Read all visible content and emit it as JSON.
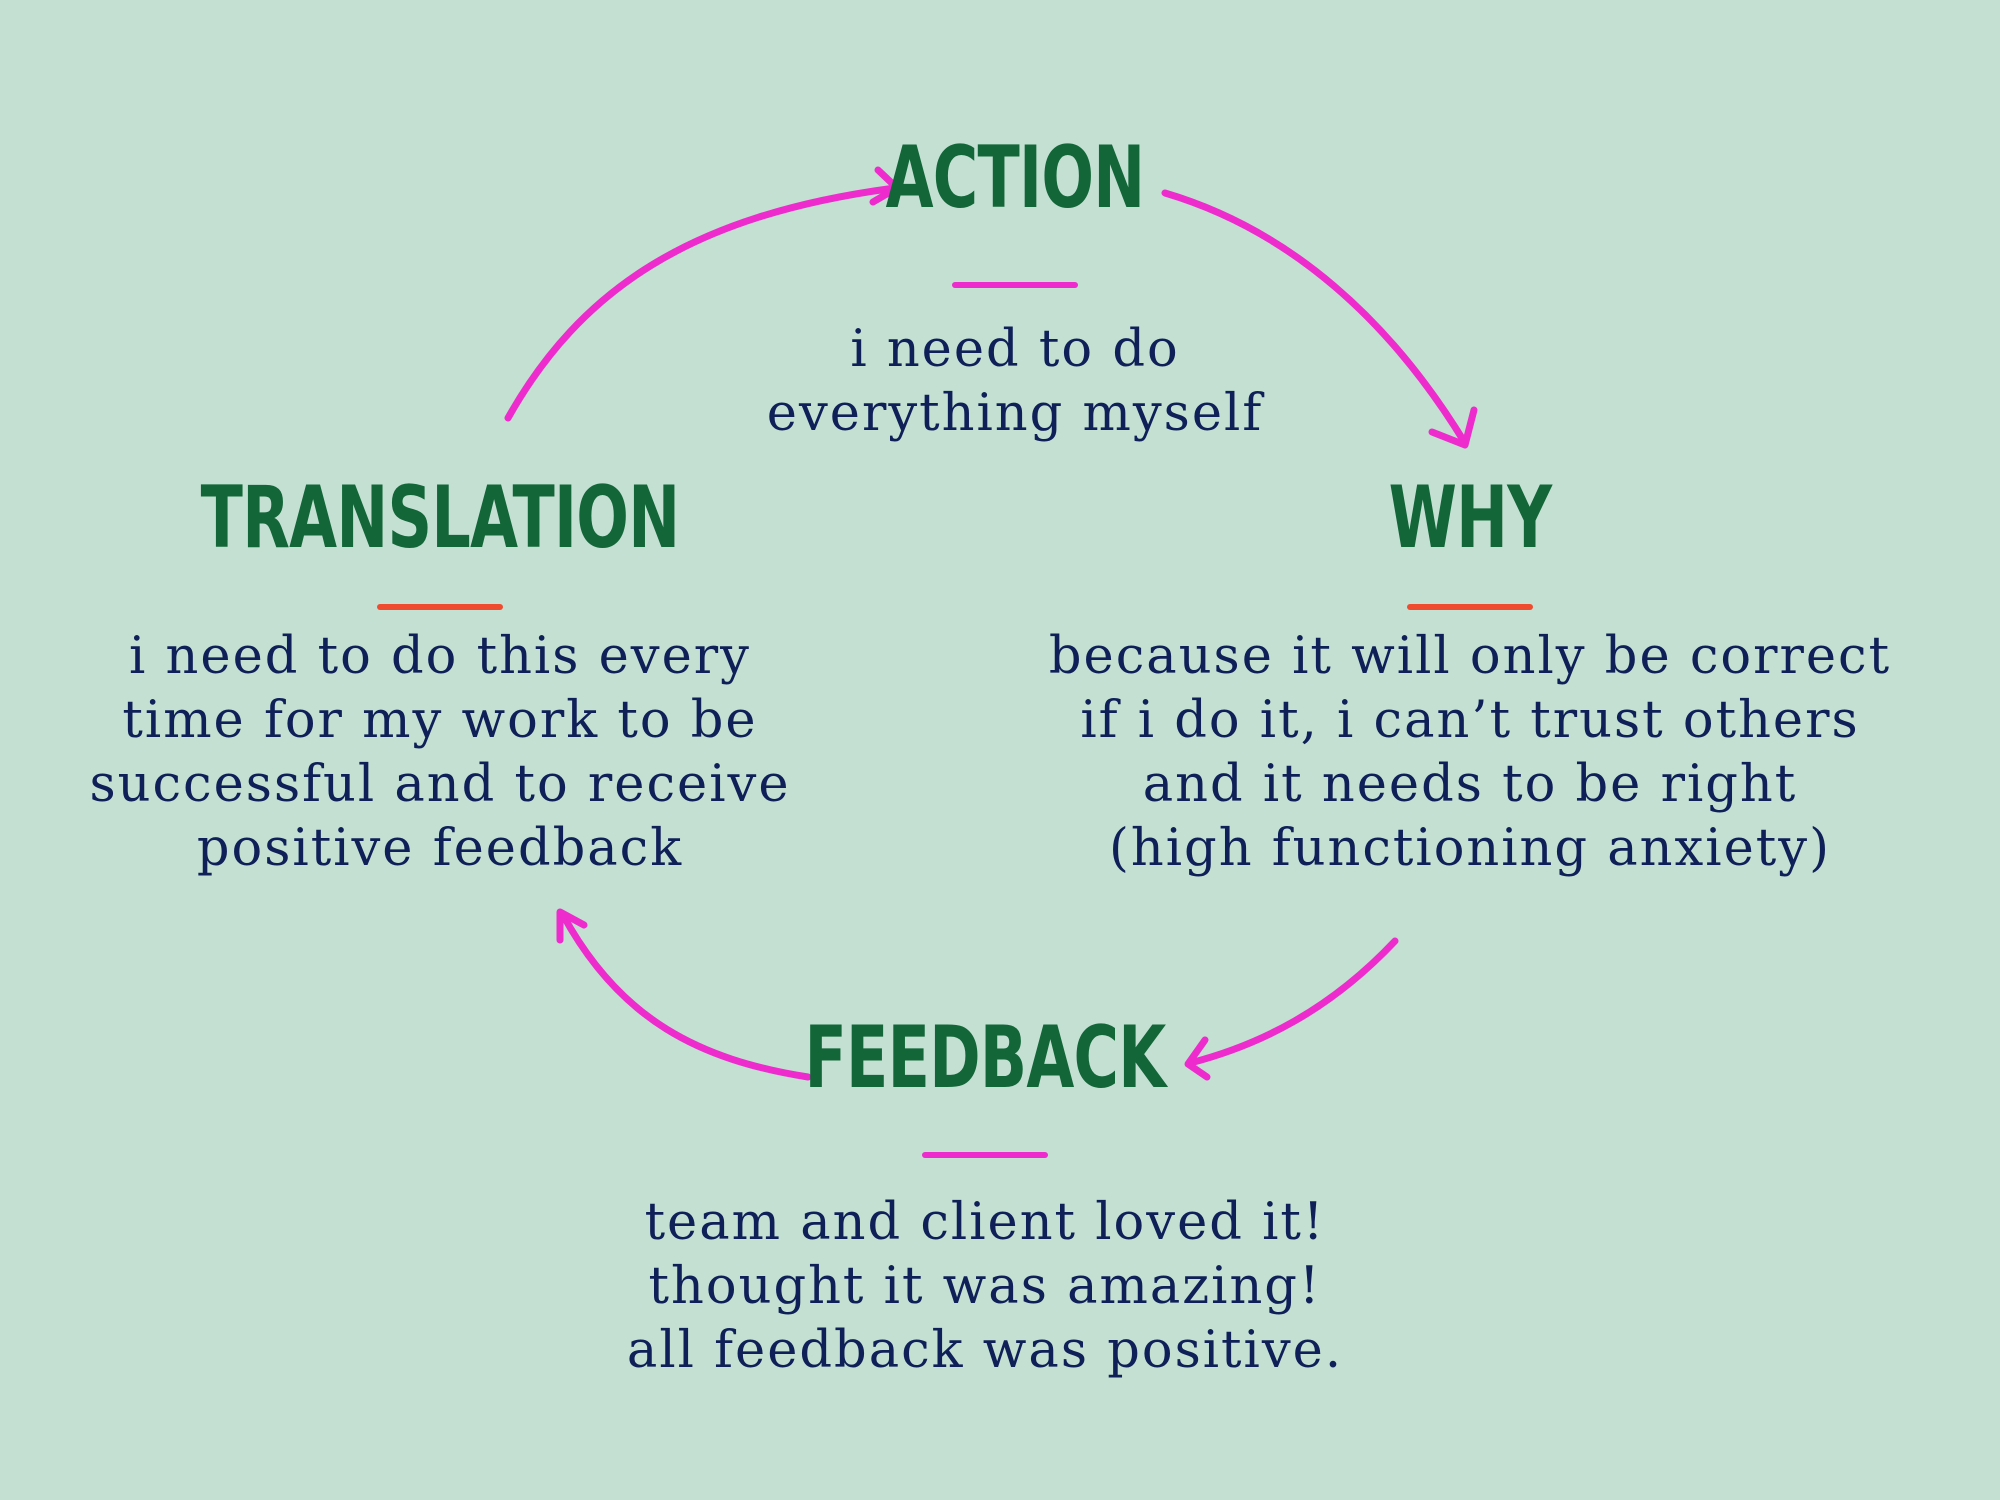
{
  "colors": {
    "background": "#c3e0d2",
    "heading": "#136638",
    "body": "#0f1f57",
    "arrow": "#ee2bcc",
    "underline_pink": "#ee2bcc",
    "underline_orange": "#ef4c2f"
  },
  "cycle": {
    "action": {
      "title": "ACTION",
      "text": "i need to do\neverything myself",
      "underline_color": "#ee2bcc"
    },
    "why": {
      "title": "WHY",
      "text": "because it will only be correct\nif i do it, i can’t trust others\nand it needs to be right\n(high functioning anxiety)",
      "underline_color": "#ef4c2f"
    },
    "feedback": {
      "title": "FEEDBACK",
      "text": "team and client loved it!\nthought it was amazing!\nall feedback was positive.",
      "underline_color": "#ee2bcc"
    },
    "translation": {
      "title": "TRANSLATION",
      "text": "i need to do this every\ntime for my work to be\nsuccessful and to receive\npositive feedback",
      "underline_color": "#ef4c2f"
    }
  },
  "arrows": [
    {
      "from": "translation",
      "to": "action"
    },
    {
      "from": "action",
      "to": "why"
    },
    {
      "from": "why",
      "to": "feedback"
    },
    {
      "from": "feedback",
      "to": "translation"
    }
  ]
}
